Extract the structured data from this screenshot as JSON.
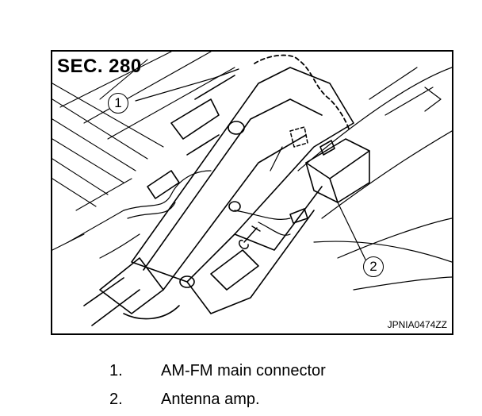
{
  "figure": {
    "section_label": "SEC. 280",
    "figure_id": "JPNIA0474ZZ",
    "callouts": [
      "1",
      "2"
    ]
  },
  "legend": [
    {
      "number": "1.",
      "text": "AM-FM main connector"
    },
    {
      "number": "2.",
      "text": "Antenna amp."
    }
  ]
}
